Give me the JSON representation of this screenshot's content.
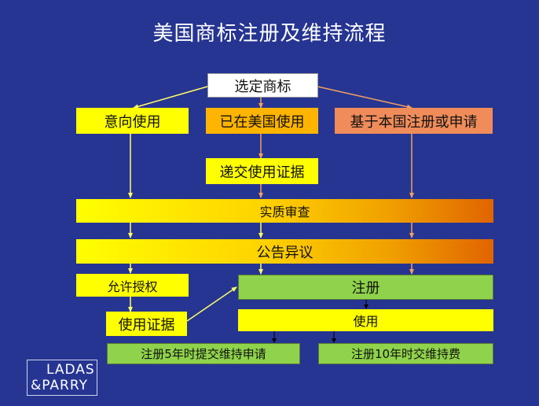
{
  "title": "美国商标注册及维持流程",
  "steps": {
    "select": "选定商标",
    "intent": "意向使用",
    "in_use": "已在美国使用",
    "foreign": "基于本国注册或申请",
    "submit_use": "递交使用证据",
    "exam": "实质审查",
    "publish": "公告异议",
    "allow": "允许授权",
    "use_evidence": "使用证据",
    "register": "注册",
    "use": "使用",
    "year5": "注册5年时提交维持申请",
    "year10": "注册10年时交维持费"
  },
  "logo": {
    "line1": "LADAS",
    "line2": "&PARRY"
  },
  "colors": {
    "background": "#263592",
    "yellow": "#ffff00",
    "orange": "#ffb400",
    "salmon": "#f08c5a",
    "green": "#8fd24b"
  }
}
